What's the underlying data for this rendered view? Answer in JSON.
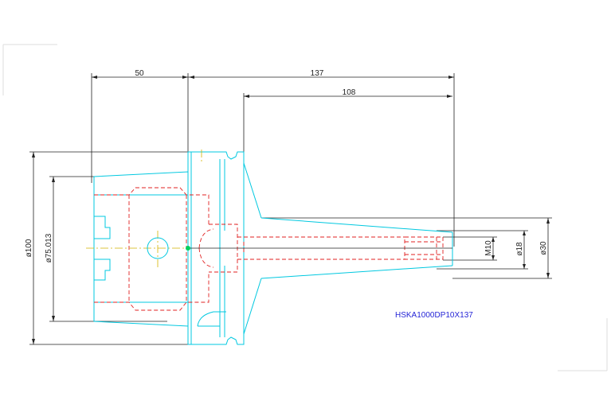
{
  "drawing": {
    "part_label": "HSKA1000DP10X137",
    "colors": {
      "outline": "#00c8e0",
      "hidden": "#e02020",
      "centerline": "#d4b400",
      "dimension": "#222222",
      "label": "#2424d6",
      "frame": "#dddddd"
    },
    "dimensions": {
      "width_50": "50",
      "length_137": "137",
      "length_108": "108",
      "dia_100": "ø100",
      "dia_75": "ø75.013",
      "thread_m10": "M10",
      "dia_18": "ø18",
      "dia_30": "ø30"
    }
  }
}
